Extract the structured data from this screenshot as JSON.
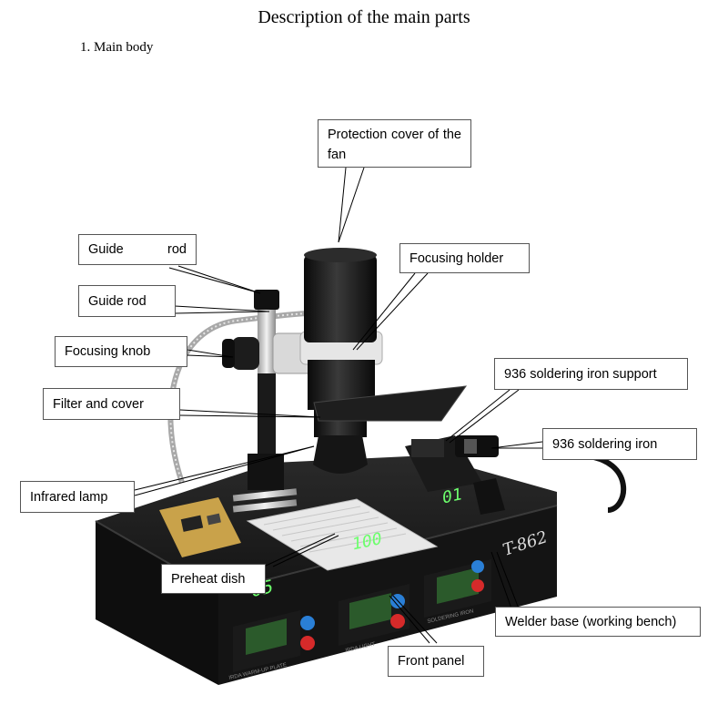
{
  "page": {
    "heading": "Description of the main parts",
    "section": "1. Main body"
  },
  "labels": {
    "protection_cover": "Protection cover of the fan",
    "guide_rod_1": "Guide rod",
    "guide_rod_2": "Guide rod",
    "focusing_holder": "Focusing holder",
    "focusing_knob": "Focusing knob",
    "soldering_support": "936 soldering iron support",
    "filter_cover": "Filter and cover",
    "soldering_iron": "936 soldering iron",
    "infrared_lamp": "Infrared lamp",
    "preheat_dish": "Preheat dish",
    "welder_base": "Welder base (working bench)",
    "front_panel": "Front panel"
  },
  "device": {
    "model": "T-862",
    "displays": {
      "left": "05",
      "middle": "100",
      "right": "01"
    },
    "panel_labels": {
      "left": "IRDA WARM-UP PLATE",
      "middle": "IRDA LIGHT",
      "right": "SOLDERING IRON"
    },
    "colors": {
      "lcd": "#3ad13a",
      "lcd_bg": "#1a3a1a",
      "body": "#151515",
      "knob_blue": "#2a7fd6",
      "knob_red": "#d62a2a"
    }
  }
}
